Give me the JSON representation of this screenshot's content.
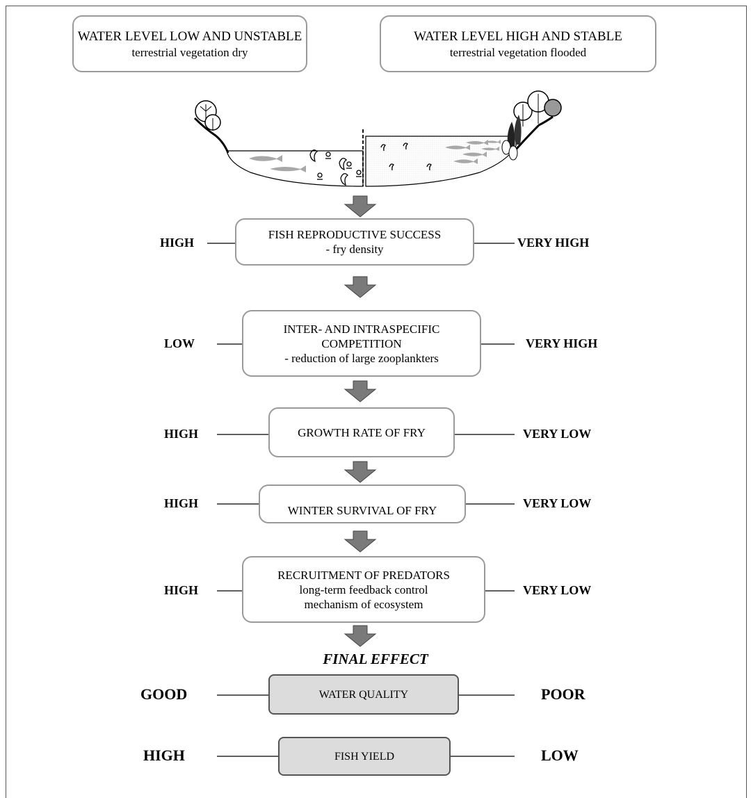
{
  "top": {
    "left_box": {
      "title": "WATER LEVEL LOW AND UNSTABLE",
      "subtitle": "terrestrial vegetation dry"
    },
    "right_box": {
      "title": "WATER LEVEL HIGH AND STABLE",
      "subtitle": "terrestrial vegetation flooded"
    }
  },
  "steps": [
    {
      "line1": "FISH REPRODUCTIVE SUCCESS",
      "line2": "- fry density",
      "line3": "",
      "left": "HIGH",
      "right": "VERY HIGH"
    },
    {
      "line1": "INTER- AND INTRASPECIFIC",
      "line2": "COMPETITION",
      "line3": "- reduction of large zooplankters",
      "left": "LOW",
      "right": "VERY HIGH"
    },
    {
      "line1": "GROWTH RATE OF FRY",
      "line2": "",
      "line3": "",
      "left": "HIGH",
      "right": "VERY LOW"
    },
    {
      "line1": "WINTER SURVIVAL OF FRY",
      "line2": "",
      "line3": "",
      "left": "HIGH",
      "right": "VERY LOW"
    },
    {
      "line1": "RECRUITMENT OF PREDATORS",
      "line2": "long-term feedback control",
      "line3": "mechanism of ecosystem",
      "left": "HIGH",
      "right": "VERY LOW"
    }
  ],
  "final_effect": {
    "heading": "FINAL EFFECT",
    "water_quality": {
      "label": "WATER QUALITY",
      "left": "GOOD",
      "right": "POOR"
    },
    "fish_yield": {
      "label": "FISH YIELD",
      "left": "HIGH",
      "right": "LOW"
    }
  },
  "colors": {
    "box_border": "#9a9a9a",
    "arrow_fill": "#7a7a7a",
    "final_fill": "#dcdcdc",
    "fish": "#a8a8a8"
  }
}
